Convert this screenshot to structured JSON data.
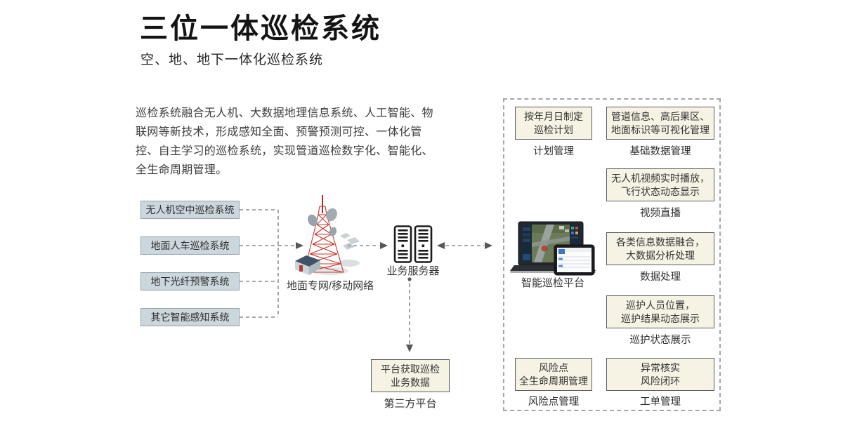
{
  "header": {
    "title": "三位一体巡检系统",
    "subtitle": "空、地、地下一体化巡检系统"
  },
  "intro": "巡检系统融合无人机、大数据地理信息系统、人工智能、物联网等新技术，形成感知全面、预警预测可控、一体化管控、自主学习的巡检系统，实现管道巡检数字化、智能化、全生命周期管理。",
  "sources": [
    "无人机空中巡检系统",
    "地面人车巡检系统",
    "地下光纤预警系统",
    "其它智能感知系统"
  ],
  "network": {
    "label": "地面专网/移动网络",
    "icon": "signal-tower-icon"
  },
  "server": {
    "label": "业务服务器",
    "icon": "server-rack-icon"
  },
  "platform": {
    "label": "智能巡检平台",
    "icon": "laptop-tablet-icon"
  },
  "third_party": {
    "box": "平台获取巡检\n业务数据",
    "label": "第三方平台"
  },
  "modules": [
    {
      "box": "按年月日制定\n巡检计划",
      "label": "计划管理"
    },
    {
      "box": "管道信息、高后果区、\n地面标识等可视化管理",
      "label": "基础数据管理"
    },
    {
      "box": "无人机视频实时播放，\n飞行状态动态显示",
      "label": "视频直播"
    },
    {
      "box": "各类信息数据融合，\n大数据分析处理",
      "label": "数据处理"
    },
    {
      "box": "巡护人员位置，\n巡护结果动态展示",
      "label": "巡护状态展示"
    },
    {
      "box": "风险点\n全生命周期管理",
      "label": "风险点管理"
    },
    {
      "box": "异常核实\n风险闭环",
      "label": "工单管理"
    }
  ],
  "colors": {
    "accent_red": "#c5392e",
    "source_box_fill": "#ccd6dd",
    "source_box_border": "#93a2ab",
    "module_box_fill": "#f6f3e4",
    "module_box_border": "#5b5c60",
    "line_gray": "#8a8f94",
    "arrow_head": "#54585c",
    "panel_border": "#a3a8ac"
  }
}
